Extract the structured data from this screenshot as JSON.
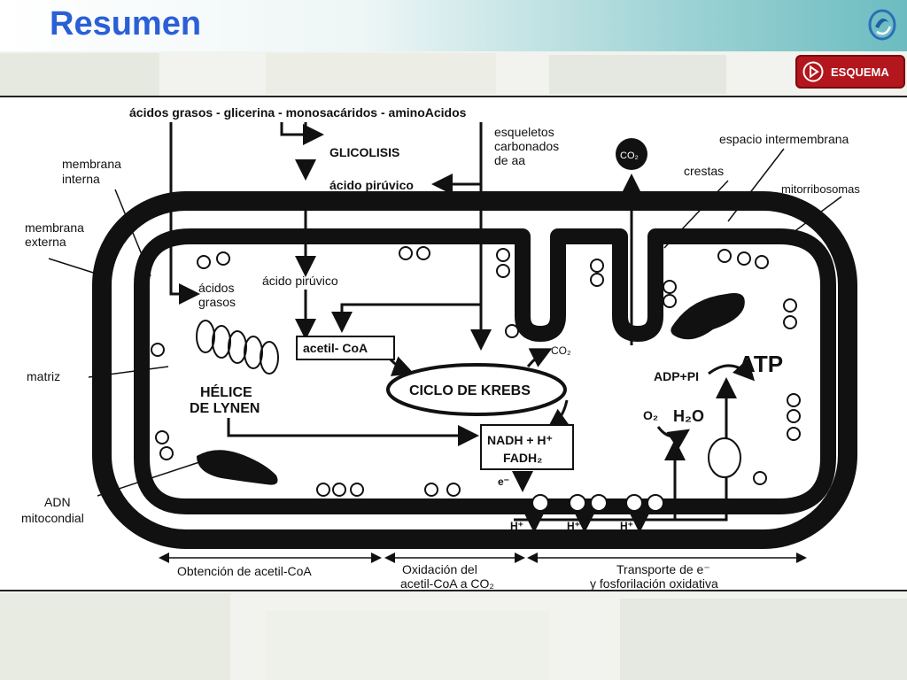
{
  "slide": {
    "title": "Resumen",
    "esquema_button": "ESQUEMA"
  },
  "labels": {
    "top_sources": "ácidos grasos - glicerina - monosacáridos - aminoAcidos",
    "glicolisis": "GLICOLISIS",
    "acido_piruvico_top": "ácido pirúvico",
    "esqueletos_1": "esqueletos",
    "esqueletos_2": "carbonados",
    "esqueletos_3": "de aa",
    "co2_bubble": "CO₂",
    "espacio_intermembrana": "espacio intermembrana",
    "crestas": "crestas",
    "mitorribosomas": "mitorribosomas",
    "membrana_interna_1": "membrana",
    "membrana_interna_2": "interna",
    "membrana_externa_1": "membrana",
    "membrana_externa_2": "externa",
    "acidos_grasos_1": "ácidos",
    "acidos_grasos_2": "grasos",
    "acido_piruvico_inner": "ácido pirúvico",
    "acetil_coa": "acetil- CoA",
    "co2_krebs": "CO₂",
    "matriz": "matriz",
    "helice_1": "HÉLICE",
    "helice_2": "DE LYNEN",
    "ciclo_krebs": "CICLO DE KREBS",
    "adp_pi": "ADP+PI",
    "atp": "ATP",
    "o2": "O₂",
    "h2o": "H₂O",
    "nadh": "NADH + H⁺",
    "fadh2": "FADH₂",
    "electron": "e⁻",
    "h_plus_1": "H⁺",
    "h_plus_2": "H⁺",
    "h_plus_3": "H⁺",
    "adn_1": "ADN",
    "adn_2": "mitocondial",
    "stage_1": "Obtención de acetil-CoA",
    "stage_2a": "Oxidación del",
    "stage_2b": "acetil-CoA a CO₂",
    "stage_3a": "Transporte de e⁻",
    "stage_3b": "y fosforilación oxidativa"
  },
  "colors": {
    "title": "#2a5fd6",
    "button": "#b3161c",
    "ink": "#111111"
  }
}
